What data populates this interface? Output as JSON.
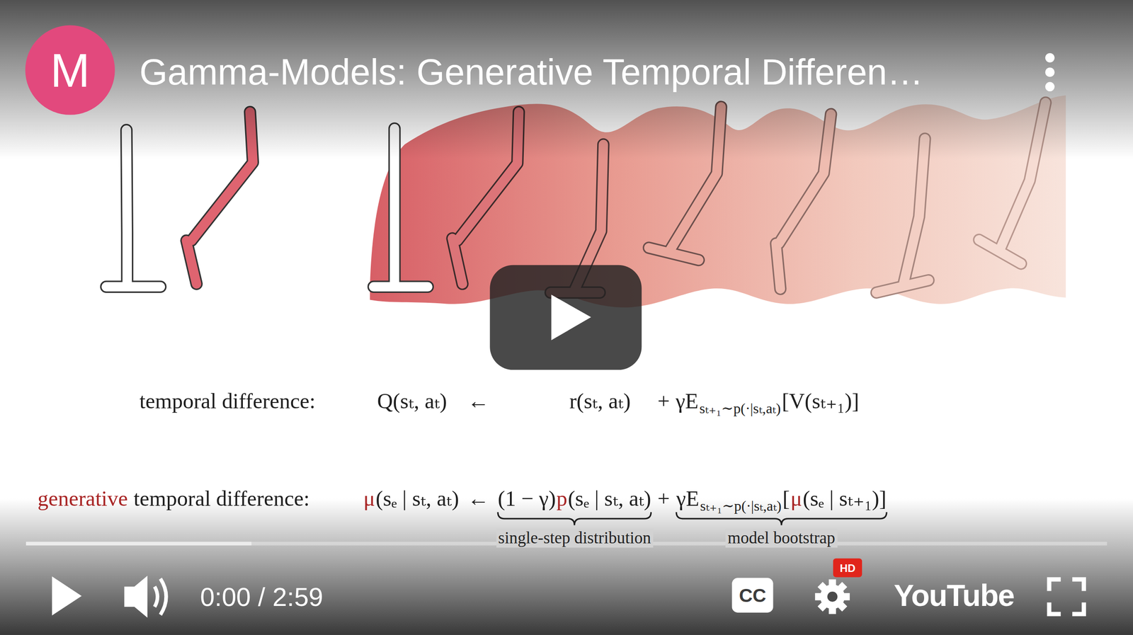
{
  "diagram": {
    "title": "Gamma-Models: Generative Temporal Differen…",
    "nodes": [
      {
        "text": [
          "M"
        ]
      },
      {
        "text": [
          "CC"
        ]
      },
      {
        "text": [
          "HD"
        ]
      }
    ],
    "labels": [
      "temporal difference:",
      "Q(sₜ, aₜ)",
      "←",
      "r(sₜ, aₜ)",
      "+",
      "γE",
      "sₜ₊₁∼p(·|sₜ,aₜ)",
      "[V(sₜ₊₁)]",
      "generative",
      "temporal difference:",
      "μ",
      "(sₑ | sₜ, aₜ)",
      "←",
      "(1 − γ)",
      "p",
      "(sₑ | sₜ, aₜ)",
      "+",
      "γE",
      "sₜ₊₁∼p(·|sₜ,aₜ)",
      "[",
      "μ",
      "(sₑ | sₜ₊₁)]",
      "single-step distribution",
      "model bootstrap",
      "0:00 / 2:59",
      "YouTube"
    ]
  }
}
